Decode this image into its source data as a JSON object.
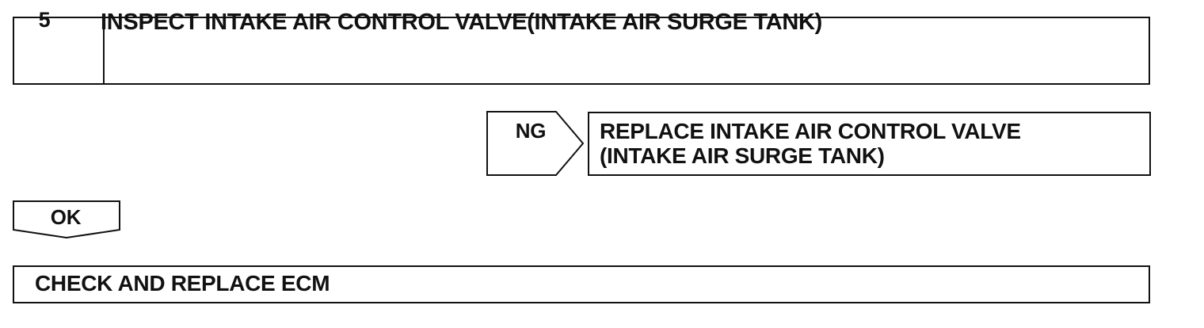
{
  "step": {
    "number": "5",
    "title": "INSPECT INTAKE AIR CONTROL VALVE(INTAKE AIR SURGE TANK)"
  },
  "ng_branch": {
    "label": "NG",
    "action_line1": "REPLACE INTAKE AIR CONTROL VALVE",
    "action_line2": "(INTAKE AIR SURGE TANK)"
  },
  "ok_branch": {
    "label": "OK"
  },
  "final_step": {
    "label": "CHECK AND REPLACE ECM"
  }
}
